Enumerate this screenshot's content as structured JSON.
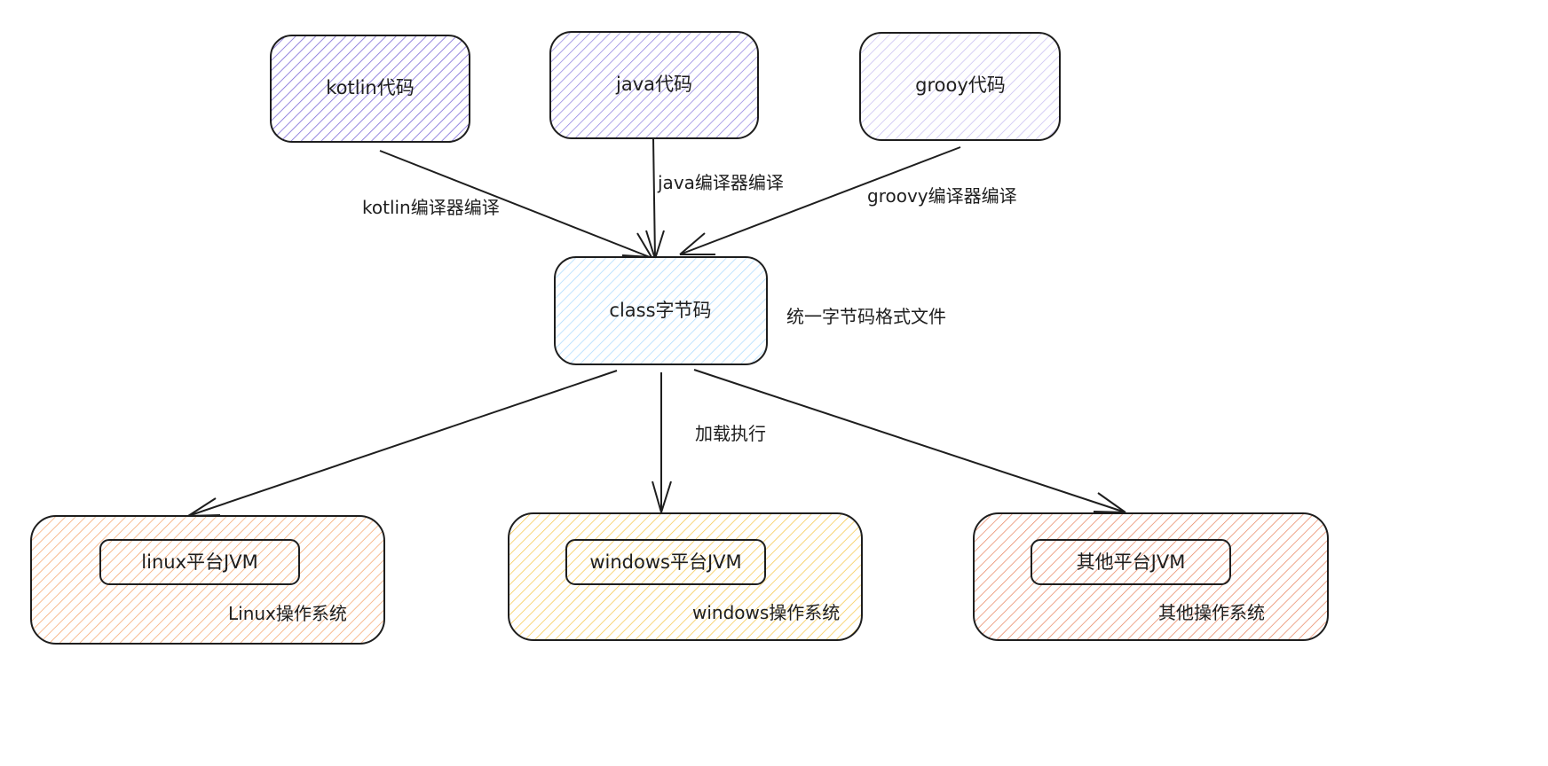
{
  "sources": {
    "kotlin": {
      "label": "kotlin代码",
      "color": "#7c6ad8"
    },
    "java": {
      "label": "java代码",
      "color": "#8a7ae0"
    },
    "groovy": {
      "label": "grooy代码",
      "color": "#b3a6ec"
    }
  },
  "compile_labels": {
    "kotlin": "kotlin编译器编译",
    "java": "java编译器编译",
    "groovy": "groovy编译器编译"
  },
  "bytecode": {
    "label": "class字节码",
    "note": "统一字节码格式文件",
    "color": "#a5d8ff"
  },
  "load_label": "加载执行",
  "platforms": {
    "linux": {
      "jvm_label": "linux平台JVM",
      "os_label": "Linux操作系统",
      "color": "#f59f5f"
    },
    "windows": {
      "jvm_label": "windows平台JVM",
      "os_label": "windows操作系统",
      "color": "#f5c542"
    },
    "other": {
      "jvm_label": "其他平台JVM",
      "os_label": "其他操作系统",
      "color": "#e8805a"
    }
  }
}
